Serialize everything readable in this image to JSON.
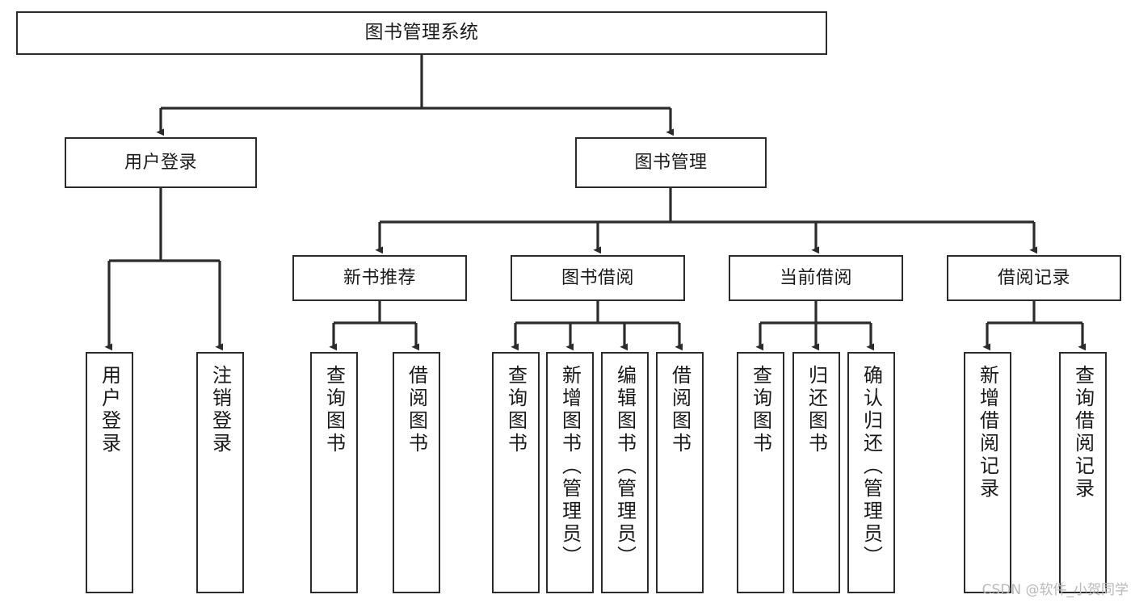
{
  "diagram": {
    "title": "图书管理系统",
    "type": "tree-hierarchy-chart",
    "line_color": "#2b2b2b",
    "box_fill": "#ffffff",
    "text_color": "#1a1a1a"
  },
  "nodes": {
    "root": {
      "label": "图书管理系统",
      "level": 1
    },
    "level2": [
      {
        "label": "用户登录",
        "level": 2
      },
      {
        "label": "图书管理",
        "level": 2
      }
    ],
    "level3": [
      {
        "label": "新书推荐",
        "level": 3
      },
      {
        "label": "图书借阅",
        "level": 3
      },
      {
        "label": "当前借阅",
        "level": 3
      },
      {
        "label": "借阅记录",
        "level": 3
      }
    ],
    "leaves": {
      "user_login": [
        {
          "label": "用户登录"
        },
        {
          "label": "注销登录"
        }
      ],
      "new_book_recommend": [
        {
          "label": "查询图书"
        },
        {
          "label": "借阅图书"
        }
      ],
      "book_borrow": [
        {
          "label": "查询图书"
        },
        {
          "label": "新增图书（管理员）"
        },
        {
          "label": "编辑图书（管理员）"
        },
        {
          "label": "借阅图书"
        }
      ],
      "current_borrow": [
        {
          "label": "查询图书"
        },
        {
          "label": "归还图书"
        },
        {
          "label": "确认归还（管理员）"
        }
      ],
      "borrow_record": [
        {
          "label": "新增借阅记录"
        },
        {
          "label": "查询借阅记录"
        }
      ]
    }
  },
  "watermark": {
    "text": "CSDN @软件_小贺同学"
  }
}
